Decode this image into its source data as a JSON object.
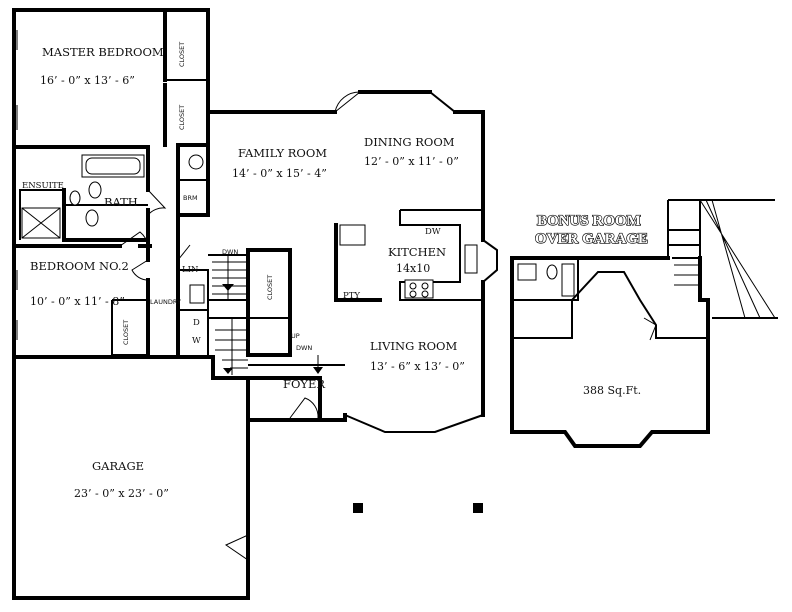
{
  "main_plan": {
    "master_bedroom": {
      "name": "MASTER BEDROOM",
      "dims": "16’ - 0” x 13’ - 6”"
    },
    "closet_1": "CLOSET",
    "closet_2": "CLOSET",
    "ensuite": "ENSUITE",
    "bath": "BATH",
    "brm": "BRM",
    "family_room": {
      "name": "FAMILY ROOM",
      "dims": "14’ - 0” x 15’ - 4”"
    },
    "dining_room": {
      "name": "DINING ROOM",
      "dims": "12’ - 0” x 11’ - 0”"
    },
    "kitchen": {
      "name": "KITCHEN",
      "dims": "14x10"
    },
    "dw": "DW",
    "pty": "PTY",
    "bedroom2": {
      "name": "BEDROOM NO.2",
      "dims": "10’ - 0” x 11’ - 8”"
    },
    "closet_3": "CLOSET",
    "closet_4": "CLOSET",
    "lin": "LIN",
    "laundry": "LAUNDRY",
    "dryer": "D",
    "washer": "W",
    "stairs_down": "DWN",
    "stairs_updown_up": "UP",
    "stairs_updown_dwn": "DWN",
    "living_room": {
      "name": "LIVING ROOM",
      "dims": "13’ - 6” x 13’ - 0”"
    },
    "foyer": "FOYER",
    "garage": {
      "name": "GARAGE",
      "dims": "23’ - 0” x 23’ - 0”"
    }
  },
  "bonus_plan": {
    "title_line1": "BONUS ROOM",
    "title_line2": "OVER GARAGE",
    "area": "388 Sq.Ft."
  }
}
